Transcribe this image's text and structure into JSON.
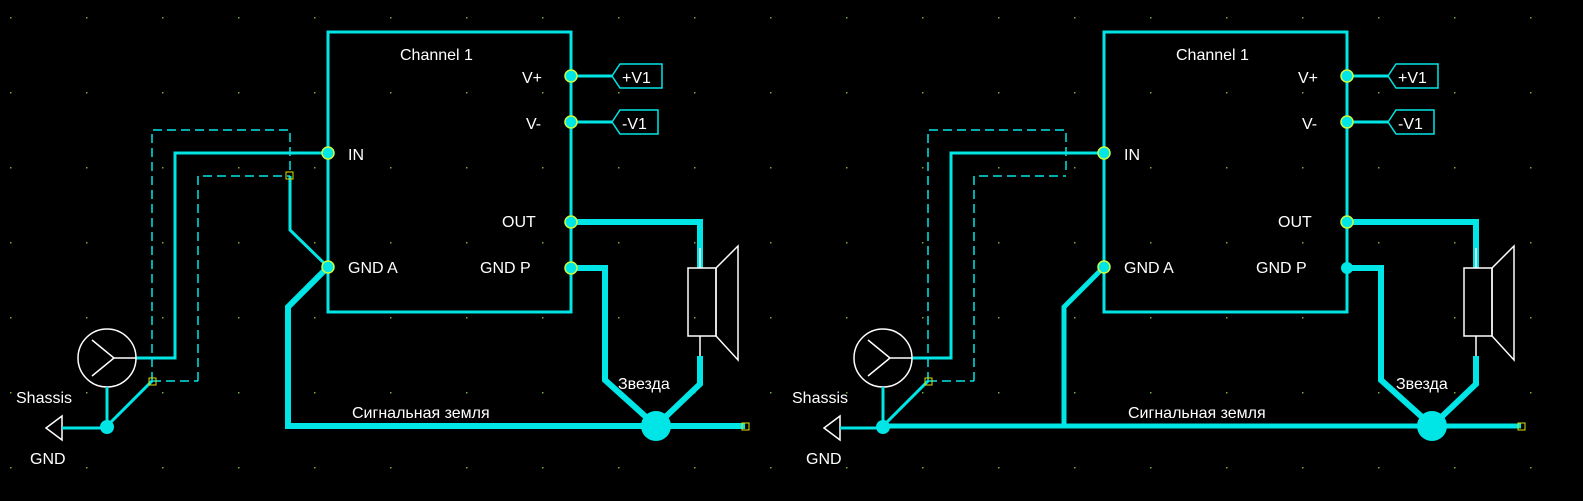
{
  "colors": {
    "background": "#000000",
    "wire": "#00e5e5",
    "component": "#ffffff",
    "grid_dot": "#6fae2f",
    "pin_dot": "#c8ff40",
    "node_marker": "#e0e000"
  },
  "schematics": [
    {
      "id": "left",
      "block_title": "Channel 1",
      "pins": {
        "vplus": "V+",
        "vminus": "V-",
        "in": "IN",
        "out": "OUT",
        "gnd_a": "GND A",
        "gnd_p": "GND P"
      },
      "supply_vplus": "+V1",
      "supply_vminus": "-V1",
      "star_label": "Звезда",
      "signal_ground_label": "Сигнальная земля",
      "chassis_label": "Shassis",
      "gnd_label": "GND"
    },
    {
      "id": "right",
      "block_title": "Channel 1",
      "pins": {
        "vplus": "V+",
        "vminus": "V-",
        "in": "IN",
        "out": "OUT",
        "gnd_a": "GND A",
        "gnd_p": "GND P"
      },
      "supply_vplus": "+V1",
      "supply_vminus": "-V1",
      "star_label": "Звезда",
      "signal_ground_label": "Сигнальная земля",
      "chassis_label": "Shassis",
      "gnd_label": "GND"
    }
  ]
}
